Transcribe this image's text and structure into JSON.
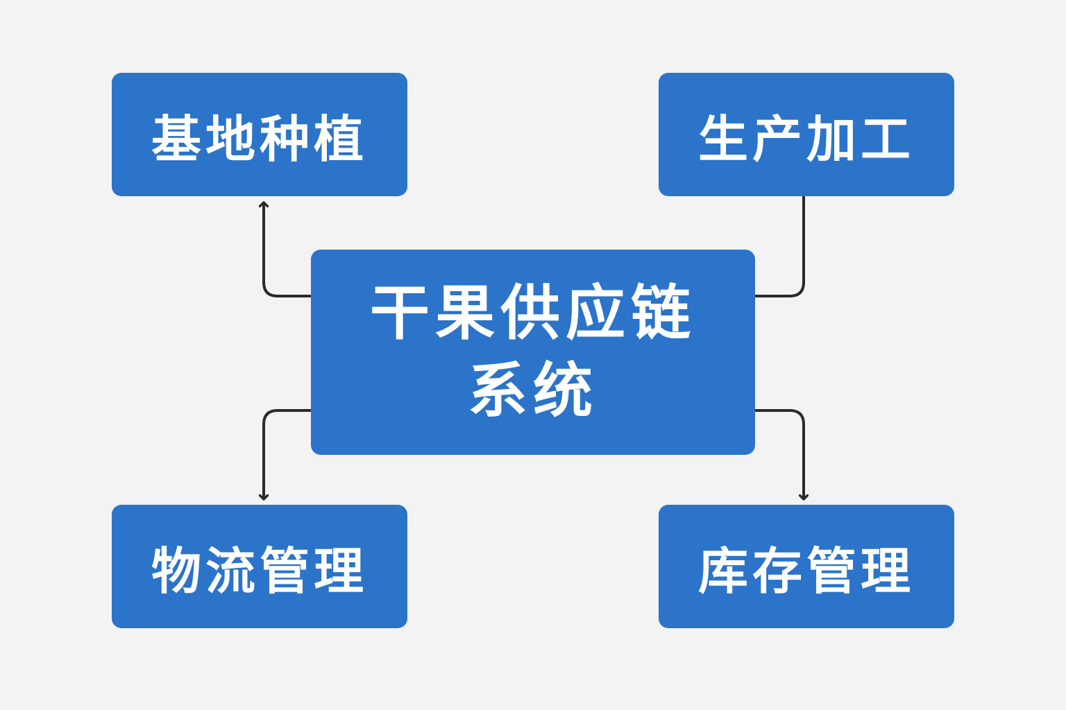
{
  "center": {
    "line1": "干果供应链",
    "line2": "系统"
  },
  "nodes": {
    "top_left": "基地种植",
    "top_right": "生产加工",
    "bottom_left": "物流管理",
    "bottom_right": "库存管理"
  },
  "colors": {
    "node_fill": "#2b74c9",
    "node_text": "#ffffff",
    "connector": "#2a2a2a",
    "background": "#f3f3f3"
  }
}
